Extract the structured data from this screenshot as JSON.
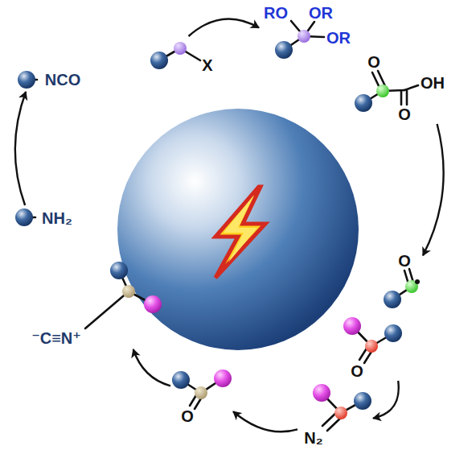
{
  "diagram": {
    "nodes": [
      {
        "text": [
          "X"
        ]
      },
      {
        "text": [
          "RO",
          "OR",
          "OR"
        ]
      },
      {
        "text": [
          "O",
          "OH",
          "O"
        ]
      },
      {
        "text": [
          "O"
        ]
      },
      {
        "text": [
          "O"
        ]
      },
      {
        "text": [
          "N₂"
        ]
      },
      {
        "text": [
          "O"
        ]
      },
      {
        "text": [
          "⁻C≡N⁺"
        ]
      },
      {
        "text": [
          "NH₂"
        ]
      },
      {
        "text": [
          "NCO"
        ]
      }
    ],
    "edges": [
      {
        "from": 0,
        "to": 1,
        "arrow": "to"
      },
      {
        "from": 2,
        "to": 3,
        "arrow": "to"
      },
      {
        "from": 4,
        "to": 5,
        "arrow": "to"
      },
      {
        "from": 5,
        "to": 6,
        "arrow": "to"
      },
      {
        "from": 6,
        "to": 7,
        "arrow": "to"
      },
      {
        "from": 8,
        "to": 9,
        "arrow": "to"
      }
    ]
  }
}
